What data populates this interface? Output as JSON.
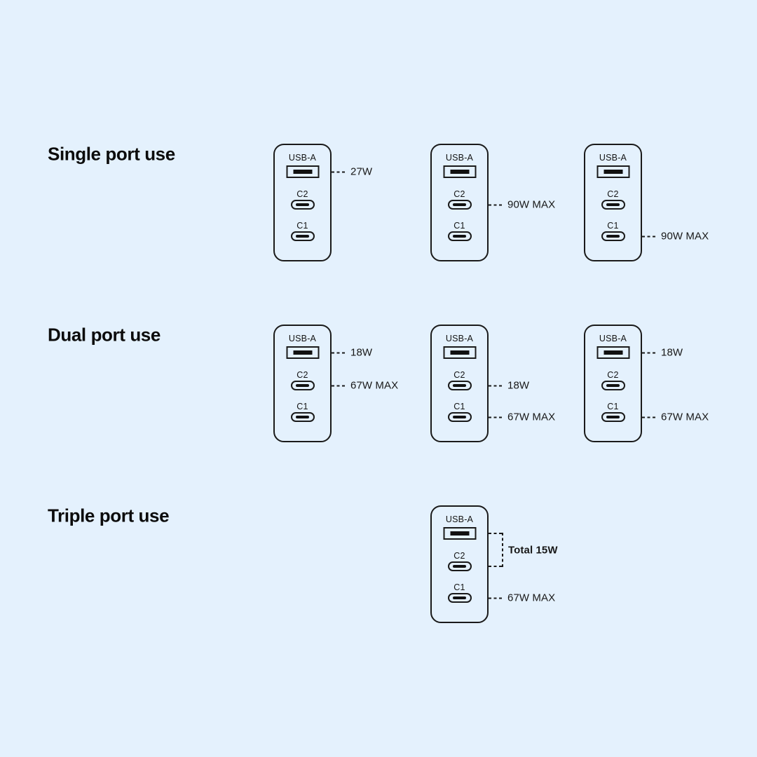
{
  "page": {
    "background": "#e4f1fd",
    "ink": "#1a1a1a"
  },
  "port_labels": {
    "usb_a": "USB-A",
    "c2": "C2",
    "c1": "C1"
  },
  "sections": [
    {
      "title": "Single port use",
      "chargers": [
        {
          "column": 0,
          "connectors": [
            {
              "type": "line",
              "port": "usb-a",
              "label": "27W"
            }
          ]
        },
        {
          "column": 1,
          "connectors": [
            {
              "type": "line",
              "port": "c2",
              "label": "90W MAX"
            }
          ]
        },
        {
          "column": 2,
          "connectors": [
            {
              "type": "line",
              "port": "c1",
              "label": "90W MAX"
            }
          ]
        }
      ]
    },
    {
      "title": "Dual port use",
      "chargers": [
        {
          "column": 0,
          "connectors": [
            {
              "type": "line",
              "port": "usb-a",
              "label": "18W"
            },
            {
              "type": "line",
              "port": "c2",
              "label": "67W MAX"
            }
          ]
        },
        {
          "column": 1,
          "connectors": [
            {
              "type": "line",
              "port": "c2",
              "label": "18W"
            },
            {
              "type": "line",
              "port": "c1",
              "label": "67W MAX"
            }
          ]
        },
        {
          "column": 2,
          "connectors": [
            {
              "type": "line",
              "port": "usb-a",
              "label": "18W"
            },
            {
              "type": "line",
              "port": "c1",
              "label": "67W MAX"
            }
          ]
        }
      ]
    },
    {
      "title": "Triple port use",
      "chargers": [
        {
          "column": 1,
          "connectors": [
            {
              "type": "bracket",
              "from_port": "usb-a",
              "to_port": "c2",
              "label": "Total 15W"
            },
            {
              "type": "line",
              "port": "c1",
              "label": "67W MAX"
            }
          ]
        }
      ]
    }
  ]
}
